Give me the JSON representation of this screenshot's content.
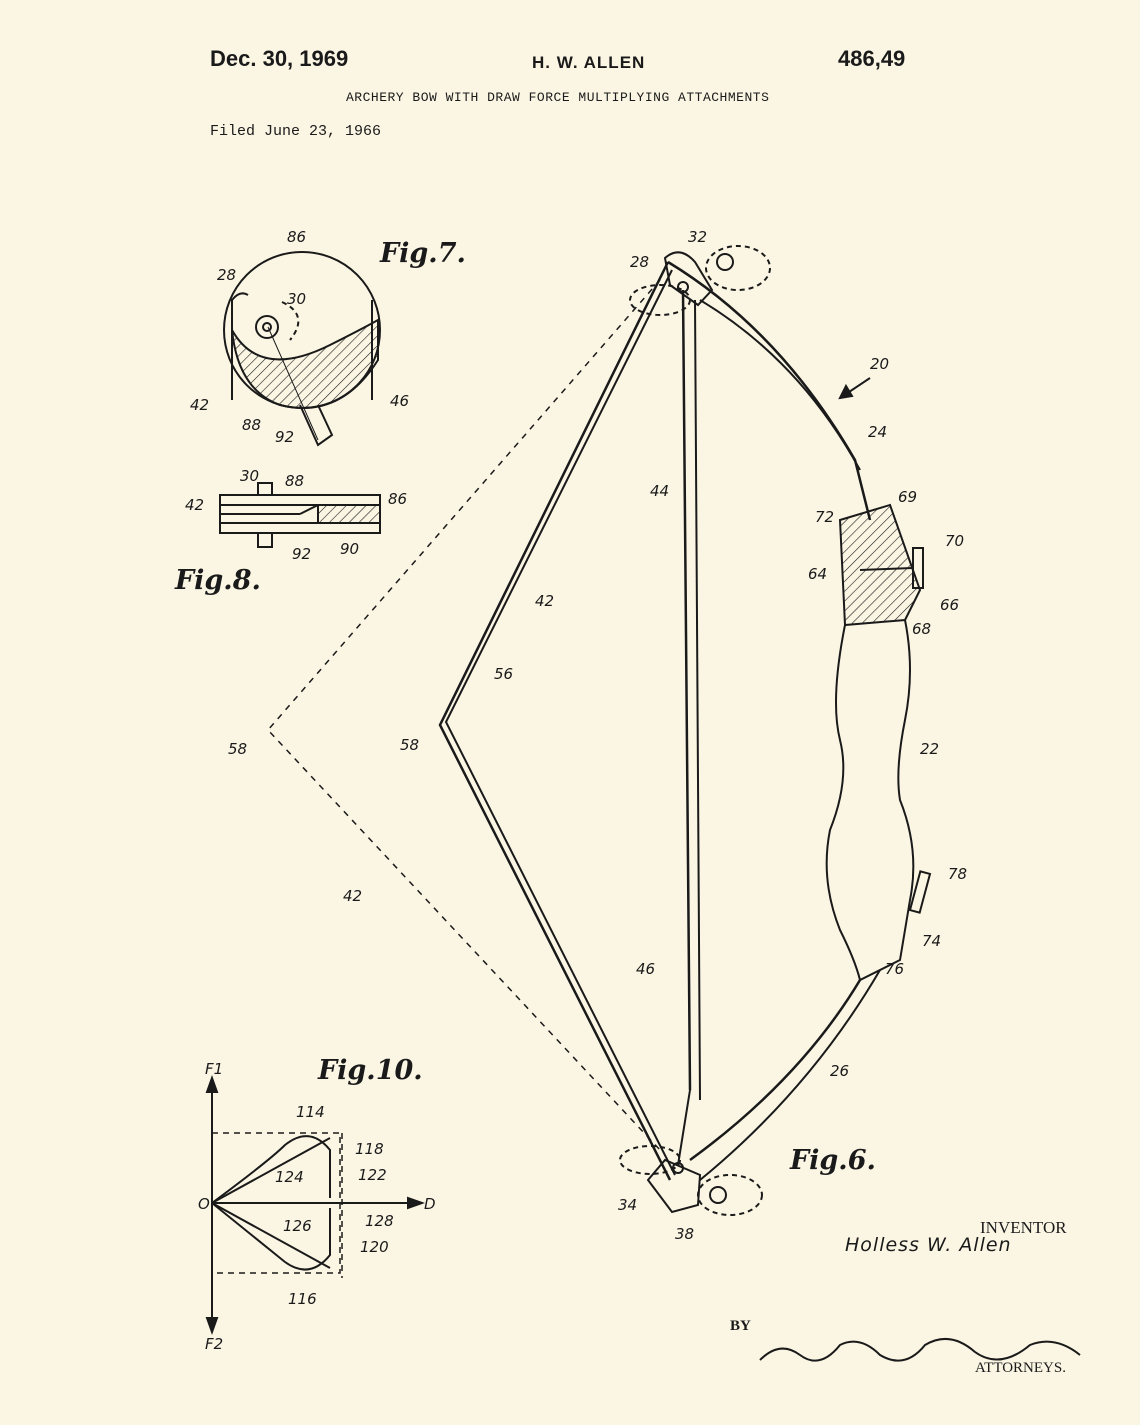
{
  "header": {
    "date": "Dec. 30, 1969",
    "inventor": "H. W. ALLEN",
    "patent_number": "486,49",
    "title": "ARCHERY BOW WITH DRAW FORCE MULTIPLYING ATTACHMENTS",
    "filed": "Filed June 23, 1966"
  },
  "figures": {
    "fig6": "Fig.6.",
    "fig7": "Fig.7.",
    "fig8": "Fig.8.",
    "fig10": "Fig.10."
  },
  "fig7_labels": {
    "l86": "86",
    "l28": "28",
    "l30": "30",
    "l42": "42",
    "l88": "88",
    "l92": "92",
    "l46": "46"
  },
  "fig8_labels": {
    "l30": "30",
    "l88": "88",
    "l42": "42",
    "l86": "86",
    "l92": "92",
    "l90": "90"
  },
  "fig6_labels": {
    "l32": "32",
    "l28": "28",
    "l20": "20",
    "l24": "24",
    "l44": "44",
    "l69": "69",
    "l72": "72",
    "l70": "70",
    "l64": "64",
    "l66": "66",
    "l68": "68",
    "l42": "42",
    "l56": "56",
    "l58a": "58",
    "l58b": "58",
    "l22": "22",
    "l42b": "42",
    "l78": "78",
    "l74": "74",
    "l76": "76",
    "l46": "46",
    "l26": "26",
    "l34": "34",
    "l38": "38"
  },
  "fig10_labels": {
    "f1": "F1",
    "f2": "F2",
    "o": "O",
    "d": "D",
    "l114": "114",
    "l118": "118",
    "l124": "124",
    "l122": "122",
    "l126": "126",
    "l128": "128",
    "l120": "120",
    "l116": "116"
  },
  "signature": {
    "inventor_label": "INVENTOR",
    "inventor_name": "Holless W. Allen",
    "by_label": "BY",
    "attorneys_label": "ATTORNEYS."
  },
  "colors": {
    "paper": "#fbf6e4",
    "ink": "#1a1a1a"
  }
}
